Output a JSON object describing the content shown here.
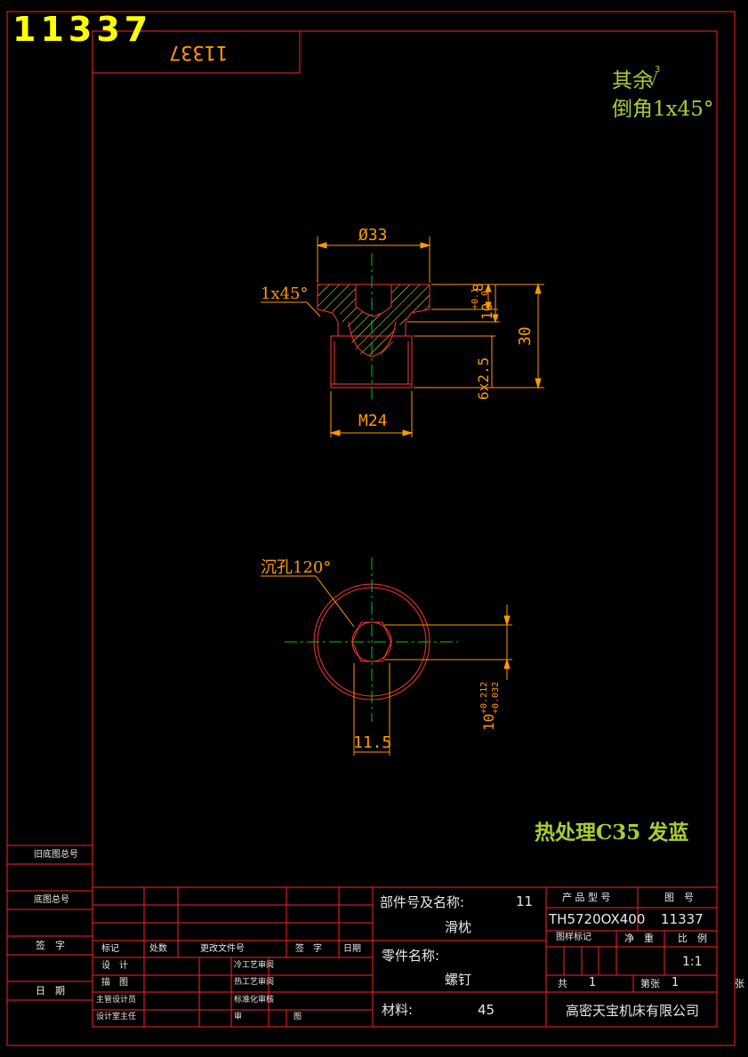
{
  "drawing_id_big": "11337",
  "drawing_id_mirrored": "11337",
  "notes": {
    "rest_surface": "其余",
    "rest_roughness": "3",
    "chamfer": "倒角1x45°",
    "heat_treatment": "热处理C35  发蓝"
  },
  "dimensions": {
    "diameter": "Ø33",
    "chamfer_small": "1x45°",
    "d8": "8",
    "d8_tol": "+0.1",
    "d8_tol_low": "0",
    "d10": "10",
    "d30": "30",
    "thread_relief": "6x2.5",
    "thread": "M24",
    "counterbore": "沉孔120°",
    "hex_width": "10",
    "hex_tol_up": "+0.212",
    "hex_tol_low": "+0.032",
    "width_115": "11.5"
  },
  "left_strip": {
    "old_drawing": "旧底图总号",
    "base_drawing": "底图总号",
    "signature": "签　字",
    "date": "日　期"
  },
  "revision_table": {
    "headers": [
      "标记",
      "处数",
      "更改文件号",
      "签　字",
      "日期"
    ],
    "rows": [
      [
        "设　计",
        "",
        "冷工艺审阅",
        ""
      ],
      [
        "描　图",
        "",
        "热工艺审阅",
        ""
      ],
      [
        "主管设计员",
        "",
        "标准化审核",
        ""
      ],
      [
        "设计室主任",
        "",
        "审",
        "图"
      ]
    ]
  },
  "title_block": {
    "assembly_label": "部件号及名称:",
    "assembly_no": "11",
    "assembly_name": "滑枕",
    "part_label": "零件名称:",
    "part_name": "螺钉",
    "material_label": "材料:",
    "material": "45",
    "product_model_label": "产 品 型 号",
    "product_model": "TH5720OX400",
    "drawing_no_label": "图　号",
    "drawing_no": "11337",
    "stage_mark_label": "图样标记",
    "weight_label": "净　重",
    "scale_label": "比　例",
    "scale": "1:1",
    "total_label": "共",
    "total": "1",
    "sheet_label": "第张",
    "sheet": "1",
    "sheet_suffix": "张",
    "company": "高密天宝机床有限公司"
  },
  "colors": {
    "frame": "#ff0000",
    "part": "#ff3333",
    "dimension": "#ff9900",
    "centerline": "#00cc00",
    "hatch": "#ffff00",
    "text_note": "#aacc33",
    "id_big": "#ffff00"
  }
}
